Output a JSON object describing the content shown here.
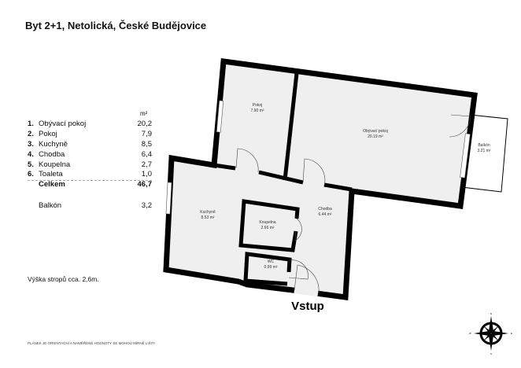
{
  "title": "Byt 2+1, Netolická, České Budějovice",
  "table": {
    "unit": "m²",
    "rows": [
      {
        "num": "1.",
        "label": "Obývací pokoj",
        "value": "20,2"
      },
      {
        "num": "2.",
        "label": "Pokoj",
        "value": "7,9"
      },
      {
        "num": "3.",
        "label": "Kuchyně",
        "value": "8,5"
      },
      {
        "num": "4.",
        "label": "Chodba",
        "value": "6,4"
      },
      {
        "num": "5.",
        "label": "Koupelna",
        "value": "2,7"
      },
      {
        "num": "6.",
        "label": "Toaleta",
        "value": "1,0"
      }
    ],
    "total": {
      "label": "Celkem",
      "value": "46,7"
    },
    "balcony": {
      "label": "Balkón",
      "value": "3,2"
    }
  },
  "ceiling_height": "Výška stropů cca. 2,6m.",
  "disclaimer": "PLÁNEK JE ORIENTAČNÍ A NAMĚŘENÉ HODNOTY SE MOHOU MÍRNĚ LIŠIT!",
  "plan": {
    "rooms": [
      {
        "name": "Pokoj",
        "area": "7.90 m²"
      },
      {
        "name": "Obývací pokoj",
        "area": "20.19 m²"
      },
      {
        "name": "Balkón",
        "area": "3.21 m²"
      },
      {
        "name": "Kuchyně",
        "area": "8.53 m²"
      },
      {
        "name": "Koupelna",
        "area": "2.66 m²"
      },
      {
        "name": "Chodba",
        "area": "6.44 m²"
      },
      {
        "name": "WC",
        "area": "0.99 m²"
      }
    ],
    "entrance": "Vstup",
    "compass": {
      "n": "N",
      "s": "S",
      "e": "E",
      "w": "W"
    },
    "colors": {
      "floor": "#efefef",
      "wall": "#000000"
    }
  }
}
